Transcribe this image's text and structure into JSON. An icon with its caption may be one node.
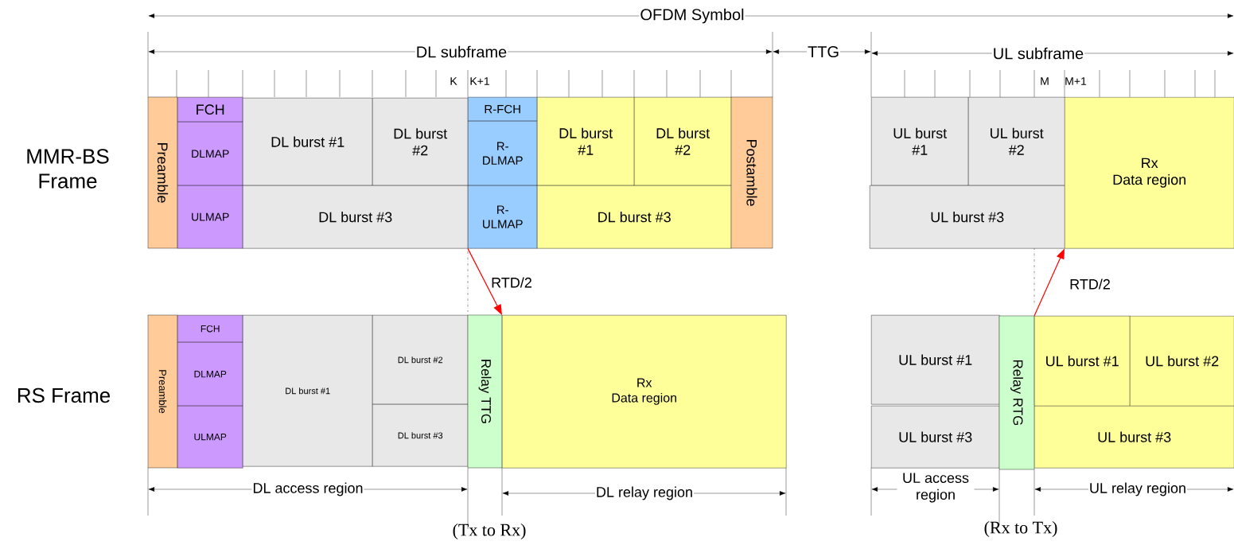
{
  "diagram": {
    "nodes": [
      {
        "text": [
          "Preamble"
        ]
      },
      {
        "text": [
          "FCH"
        ]
      },
      {
        "text": [
          "DLMAP"
        ]
      },
      {
        "text": [
          "ULMAP"
        ]
      },
      {
        "text": [
          "DL burst #1"
        ]
      },
      {
        "text": [
          "DL burst #2"
        ]
      },
      {
        "text": [
          "DL burst #3"
        ]
      },
      {
        "text": [
          "R-FCH"
        ]
      },
      {
        "text": [
          "R-DLMAP"
        ]
      },
      {
        "text": [
          "R-ULMAP"
        ]
      },
      {
        "text": [
          "DL burst #1"
        ]
      },
      {
        "text": [
          "DL burst #2"
        ]
      },
      {
        "text": [
          "DL burst #3"
        ]
      },
      {
        "text": [
          "Postamble"
        ]
      },
      {
        "text": [
          "UL burst #1"
        ]
      },
      {
        "text": [
          "UL burst #2"
        ]
      },
      {
        "text": [
          "UL burst #3"
        ]
      },
      {
        "text": [
          "Rx",
          "Data region"
        ]
      },
      {
        "text": [
          "Preamble"
        ]
      },
      {
        "text": [
          "FCH"
        ]
      },
      {
        "text": [
          "DLMAP"
        ]
      },
      {
        "text": [
          "ULMAP"
        ]
      },
      {
        "text": [
          "DL burst #1"
        ]
      },
      {
        "text": [
          "DL burst #2"
        ]
      },
      {
        "text": [
          "DL burst #3"
        ]
      },
      {
        "text": [
          "Relay TTG"
        ]
      },
      {
        "text": [
          "Rx",
          "Data region"
        ]
      },
      {
        "text": [
          "UL burst #1"
        ]
      },
      {
        "text": [
          "UL burst #3"
        ]
      },
      {
        "text": [
          "Relay RTG"
        ]
      },
      {
        "text": [
          "UL burst #1"
        ]
      },
      {
        "text": [
          "UL burst #2"
        ]
      },
      {
        "text": [
          "UL burst #3"
        ]
      }
    ],
    "edges": [
      {
        "from": 9,
        "to": 26,
        "arrow": "to",
        "label": "RTD/2",
        "color": "#ff0000"
      },
      {
        "from": 30,
        "to": 17,
        "arrow": "to",
        "label": "RTD/2",
        "color": "#ff0000"
      }
    ],
    "labels": [
      "OFDM Symbol",
      "DL subframe",
      "TTG",
      "UL subframe",
      "K",
      "K+1",
      "M",
      "M+1",
      "MMR-BS Frame",
      "RS Frame",
      "DL access region",
      "DL relay region",
      "UL access region",
      "UL relay region",
      "(Tx to Rx)",
      "(Rx to Tx)"
    ]
  }
}
